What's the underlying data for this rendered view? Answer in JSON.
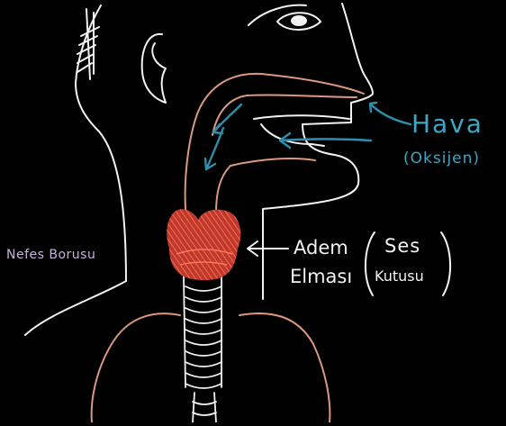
{
  "labels": {
    "hava": "Hava",
    "oksijen": "(Oksijen)",
    "nefes_borusu": "Nefes Borusu",
    "adem": "Adem",
    "elmasi": "Elması",
    "ses": "Ses",
    "kutusu": "Kutusu"
  },
  "colors": {
    "background": "#000000",
    "outline": "#f2f2f2",
    "airway": "#d99a7f",
    "air_label": "#3fa6c4",
    "air_arrow": "#2f8fab",
    "trachea_label": "#c9b0e0",
    "larynx_fill": "#c0382b",
    "larynx_hatch": "#ff7a5c"
  }
}
